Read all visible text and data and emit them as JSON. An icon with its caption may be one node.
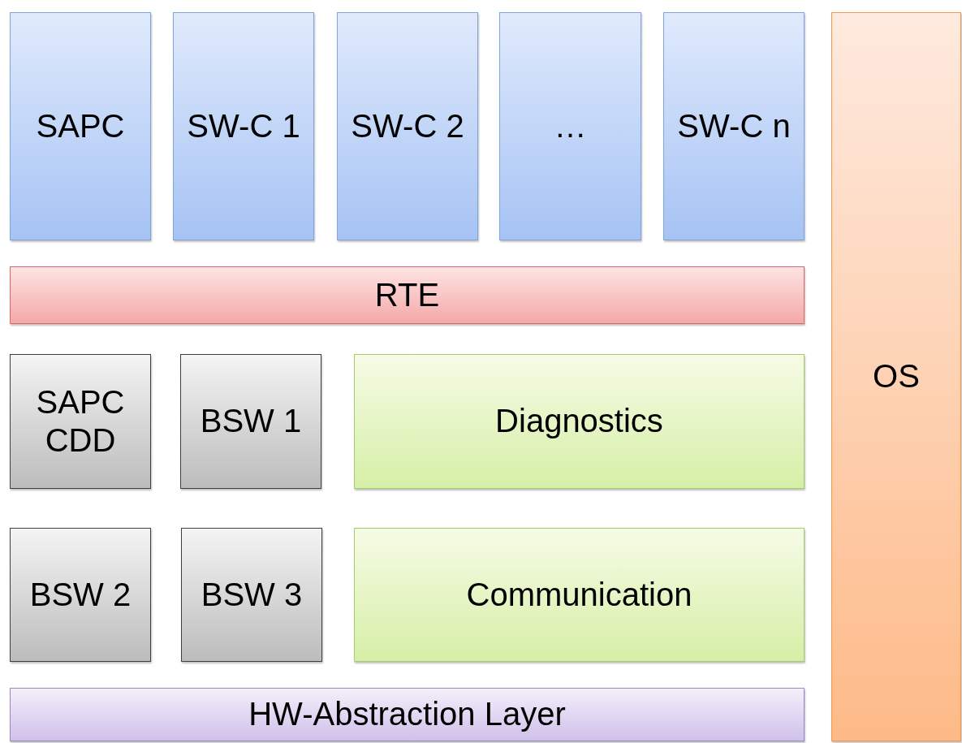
{
  "diagram": {
    "nodes": [
      {
        "text": [
          "SAPC"
        ]
      },
      {
        "text": [
          "SW-C 1"
        ]
      },
      {
        "text": [
          "SW-C 2"
        ]
      },
      {
        "text": [
          "…"
        ]
      },
      {
        "text": [
          "SW-C n"
        ]
      },
      {
        "text": [
          "OS"
        ]
      },
      {
        "text": [
          "RTE"
        ]
      },
      {
        "text": [
          "SAPC CDD"
        ]
      },
      {
        "text": [
          "BSW 1"
        ]
      },
      {
        "text": [
          "Diagnostics"
        ]
      },
      {
        "text": [
          "BSW 2"
        ]
      },
      {
        "text": [
          "BSW 3"
        ]
      },
      {
        "text": [
          "Communication"
        ]
      },
      {
        "text": [
          "HW-Abstraction Layer"
        ]
      }
    ]
  }
}
